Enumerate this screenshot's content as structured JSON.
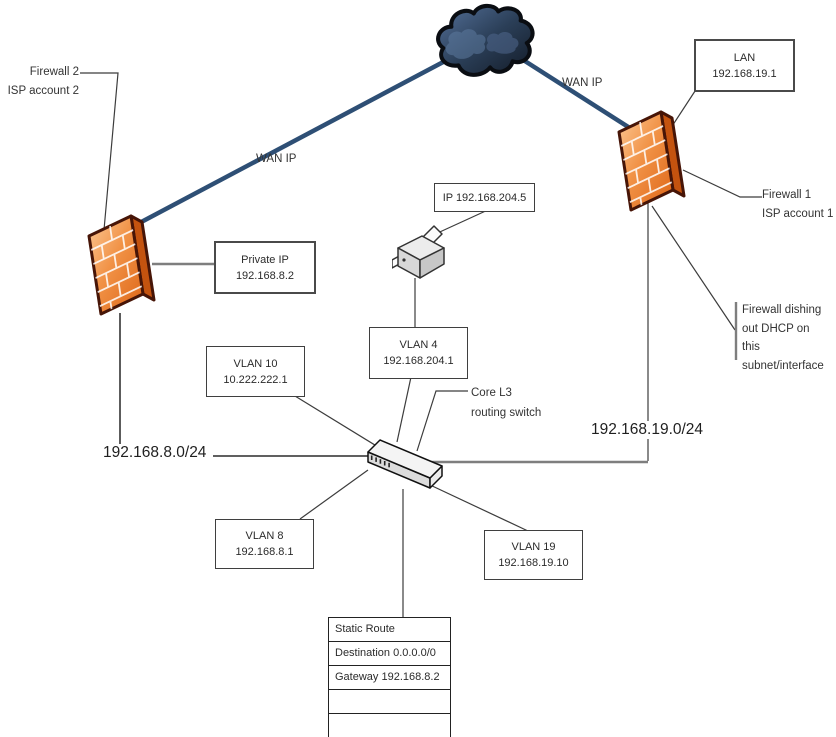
{
  "wan": {
    "left_label": "WAN IP",
    "right_label": "WAN IP"
  },
  "firewall2_label": {
    "line1": "Firewall 2",
    "line2": "ISP account 2"
  },
  "firewall1_label": {
    "line1": "Firewall 1",
    "line2": "ISP account 1"
  },
  "dhcp_note": {
    "line1": "Firewall dishing",
    "line2": "out DHCP on this",
    "line3": "subnet/interface"
  },
  "core_switch_label": {
    "line1": "Core L3",
    "line2": "routing switch"
  },
  "subnets": {
    "left": "192.168.8.0/24",
    "right": "192.168.19.0/24"
  },
  "boxes": {
    "lan": {
      "line1": "LAN",
      "line2": "192.168.19.1"
    },
    "private_ip": {
      "line1": "Private IP",
      "line2": "192.168.8.2"
    },
    "printer_ip": {
      "line1": "IP 192.168.204.5"
    },
    "vlan4": {
      "line1": "VLAN 4",
      "line2": "192.168.204.1"
    },
    "vlan10": {
      "line1": "VLAN 10",
      "line2": "10.222.222.1"
    },
    "vlan8": {
      "line1": "VLAN 8",
      "line2": "192.168.8.1"
    },
    "vlan19": {
      "line1": "VLAN 19",
      "line2": "192.168.19.10"
    }
  },
  "static_route": {
    "rows": [
      "Static Route",
      "Destination 0.0.0.0/0",
      "Gateway 192.168.8.2",
      "",
      ""
    ]
  },
  "colors": {
    "firewall_orange": "#ef7b28",
    "cloud_blue": "#2b3f58",
    "wan_line": "#2e4f75",
    "connector_gray": "#8c8c8c",
    "line_dark": "#3c3c3c"
  }
}
